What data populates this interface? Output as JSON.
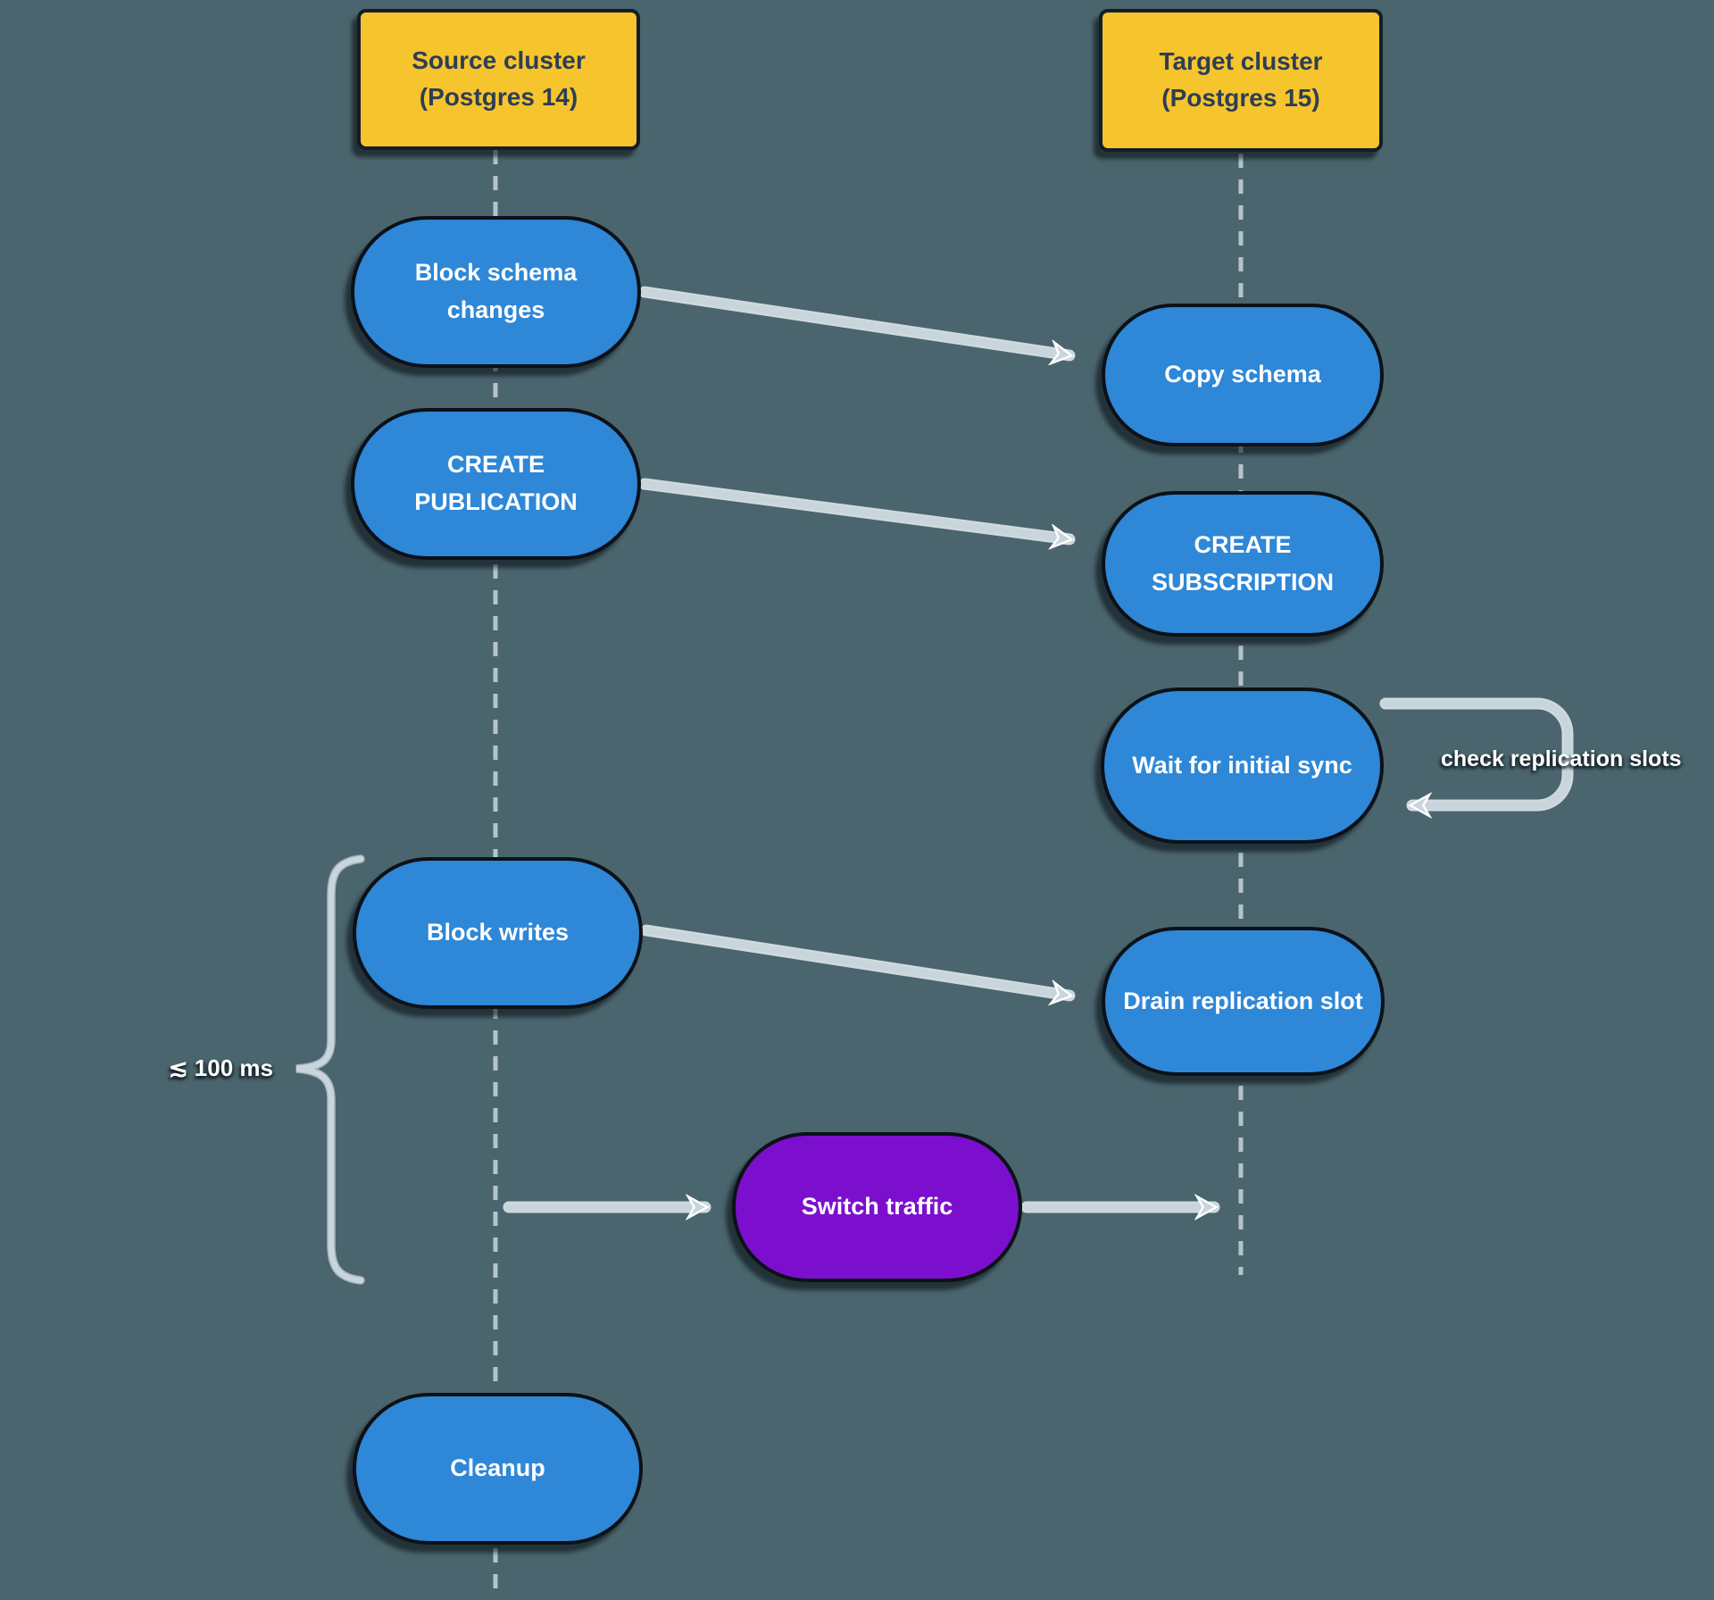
{
  "colors": {
    "background": "#4a656d",
    "header_fill": "#f6c42d",
    "header_text": "#2d3e55",
    "node_fill": "#2e87d7",
    "node_alt_fill": "#7c0fce",
    "node_text": "#ffffff",
    "outline": "#0c1118",
    "connector": "#c9d5dd",
    "connector_light": "#e8eef2",
    "lifeline": "#b6c3cc",
    "annotation_text": "#ffffff"
  },
  "headers": {
    "source": {
      "label": "Source cluster\n(Postgres 14)"
    },
    "target": {
      "label": "Target cluster\n(Postgres 15)"
    }
  },
  "nodes": {
    "block_schema_changes": {
      "label": "Block schema\nchanges"
    },
    "create_publication": {
      "label": "CREATE\nPUBLICATION"
    },
    "block_writes": {
      "label": "Block writes"
    },
    "cleanup": {
      "label": "Cleanup"
    },
    "copy_schema": {
      "label": "Copy schema"
    },
    "create_subscription": {
      "label": "CREATE\nSUBSCRIPTION"
    },
    "wait_for_initial_sync": {
      "label": "Wait for initial sync"
    },
    "drain_replication_slot": {
      "label": "Drain replication slot"
    },
    "switch_traffic": {
      "label": "Switch traffic"
    }
  },
  "annotations": {
    "self_loop": {
      "label": "check replication slots"
    },
    "latency_brace": {
      "label": "≲ 100 ms"
    }
  }
}
